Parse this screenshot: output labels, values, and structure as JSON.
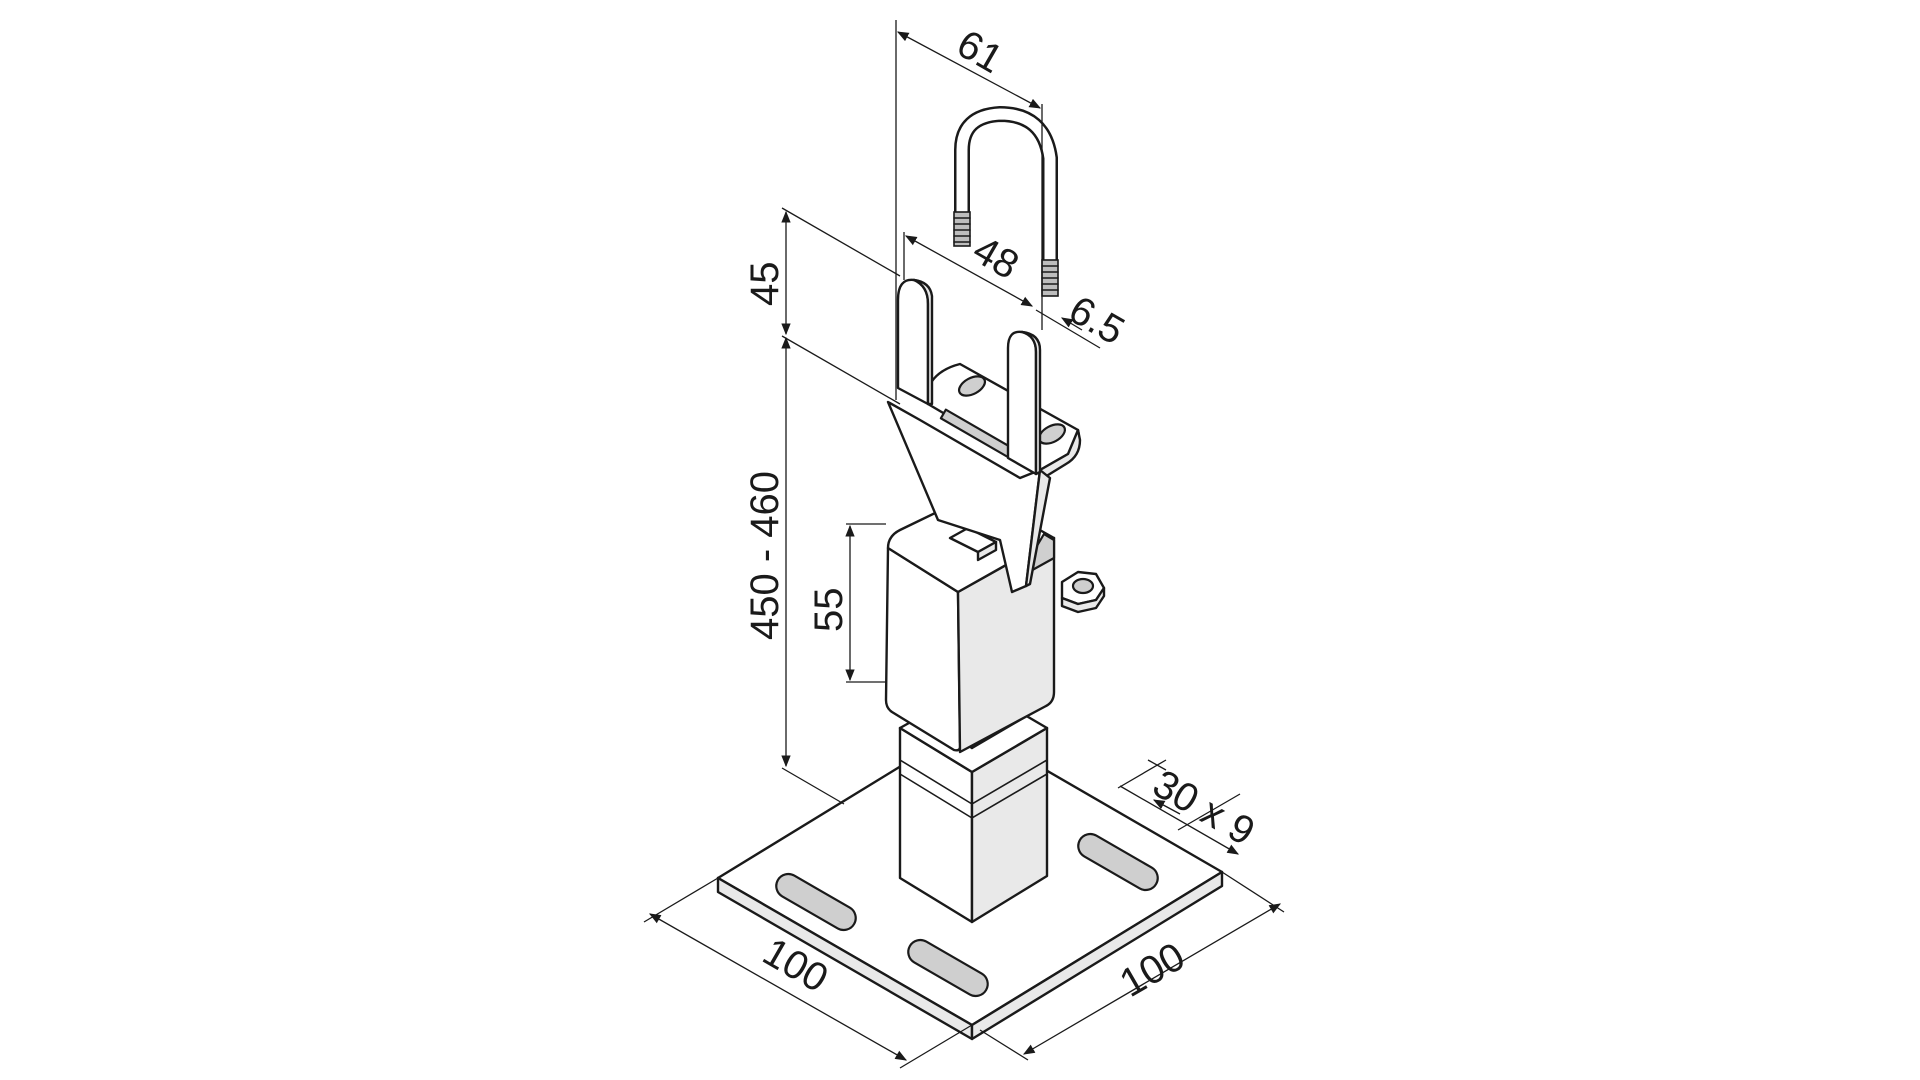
{
  "dimensions": {
    "u_bolt_width": "61",
    "fork_inner_width": "48",
    "rod_diameter": "6.5",
    "fork_height": "45",
    "total_height": "450 - 460",
    "sleeve_height": "55",
    "slot_size": "30 x 9",
    "plate_length": "100",
    "plate_width": "100"
  }
}
